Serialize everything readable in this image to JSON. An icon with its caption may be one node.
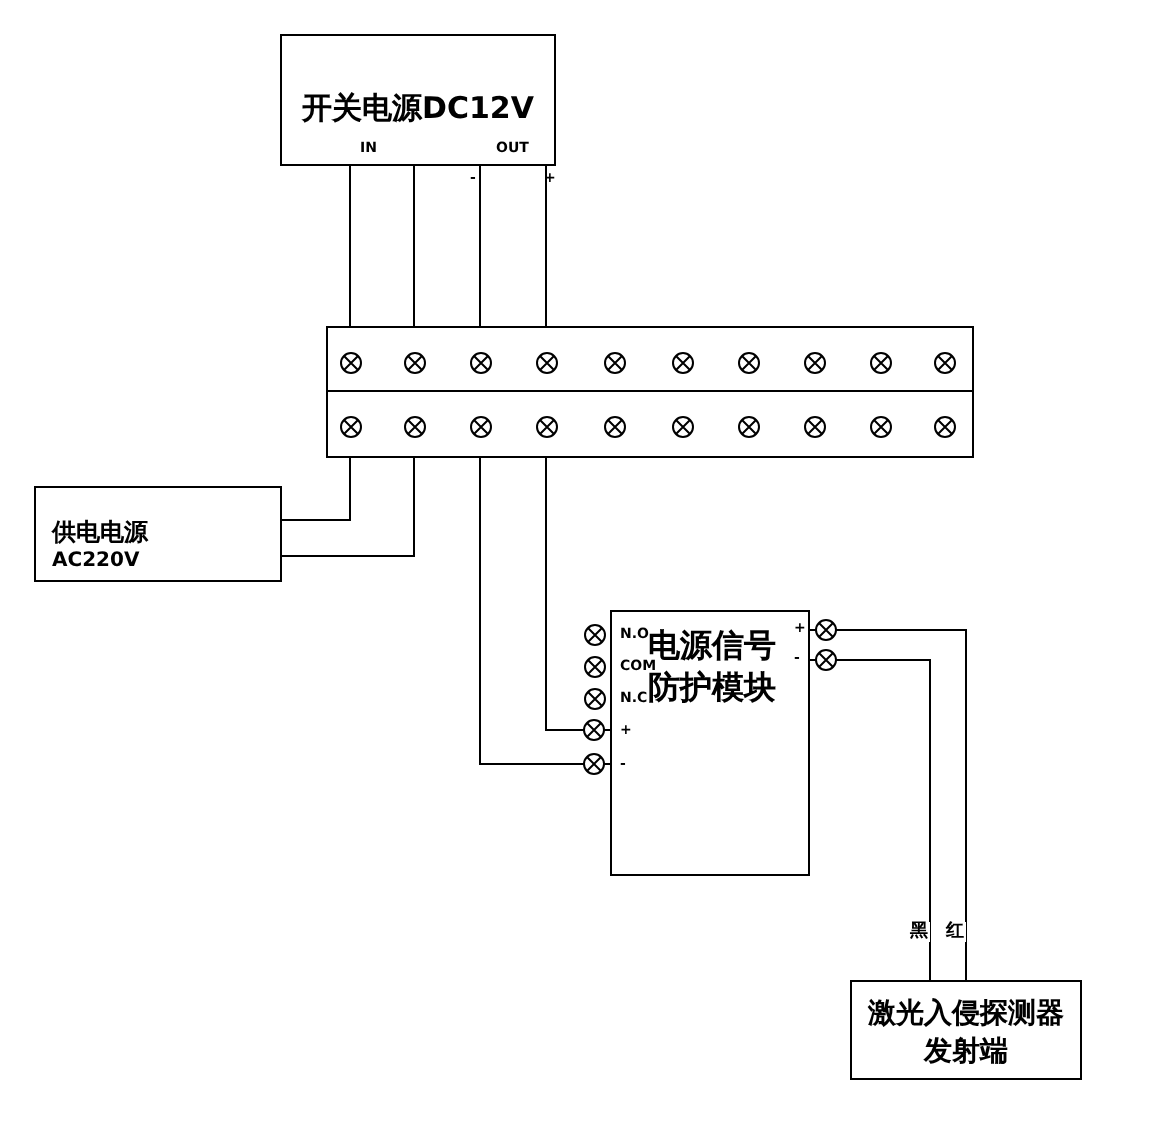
{
  "diagram": {
    "nodes": [
      {
        "text": [
          "开关电源DC12V"
        ]
      },
      {
        "text": [],
        "shape": "bar"
      },
      {
        "text": [
          "供电电源",
          "AC220V"
        ]
      },
      {
        "text": [
          "电源信号防护模块"
        ]
      },
      {
        "text": [
          "激光入侵探测器发射端"
        ]
      }
    ],
    "edges": [
      {
        "from": 0,
        "to": 1,
        "arrow": "none"
      },
      {
        "from": 0,
        "to": 1,
        "arrow": "none"
      },
      {
        "from": 0,
        "to": 1,
        "arrow": "none"
      },
      {
        "from": 0,
        "to": 1,
        "arrow": "none"
      },
      {
        "from": 1,
        "to": 2,
        "arrow": "none"
      },
      {
        "from": 1,
        "to": 2,
        "arrow": "none"
      },
      {
        "from": 1,
        "to": 3,
        "arrow": "other"
      },
      {
        "from": 1,
        "to": 3,
        "arrow": "other"
      },
      {
        "from": 3,
        "to": 4,
        "arrow": "other",
        "label": "红"
      },
      {
        "from": 3,
        "to": 4,
        "arrow": "other",
        "label": "黑"
      }
    ],
    "labels": [
      "IN",
      "OUT",
      "-",
      "+",
      "N.O",
      "COM",
      "N.C",
      "+",
      "-",
      "+",
      "-"
    ]
  }
}
